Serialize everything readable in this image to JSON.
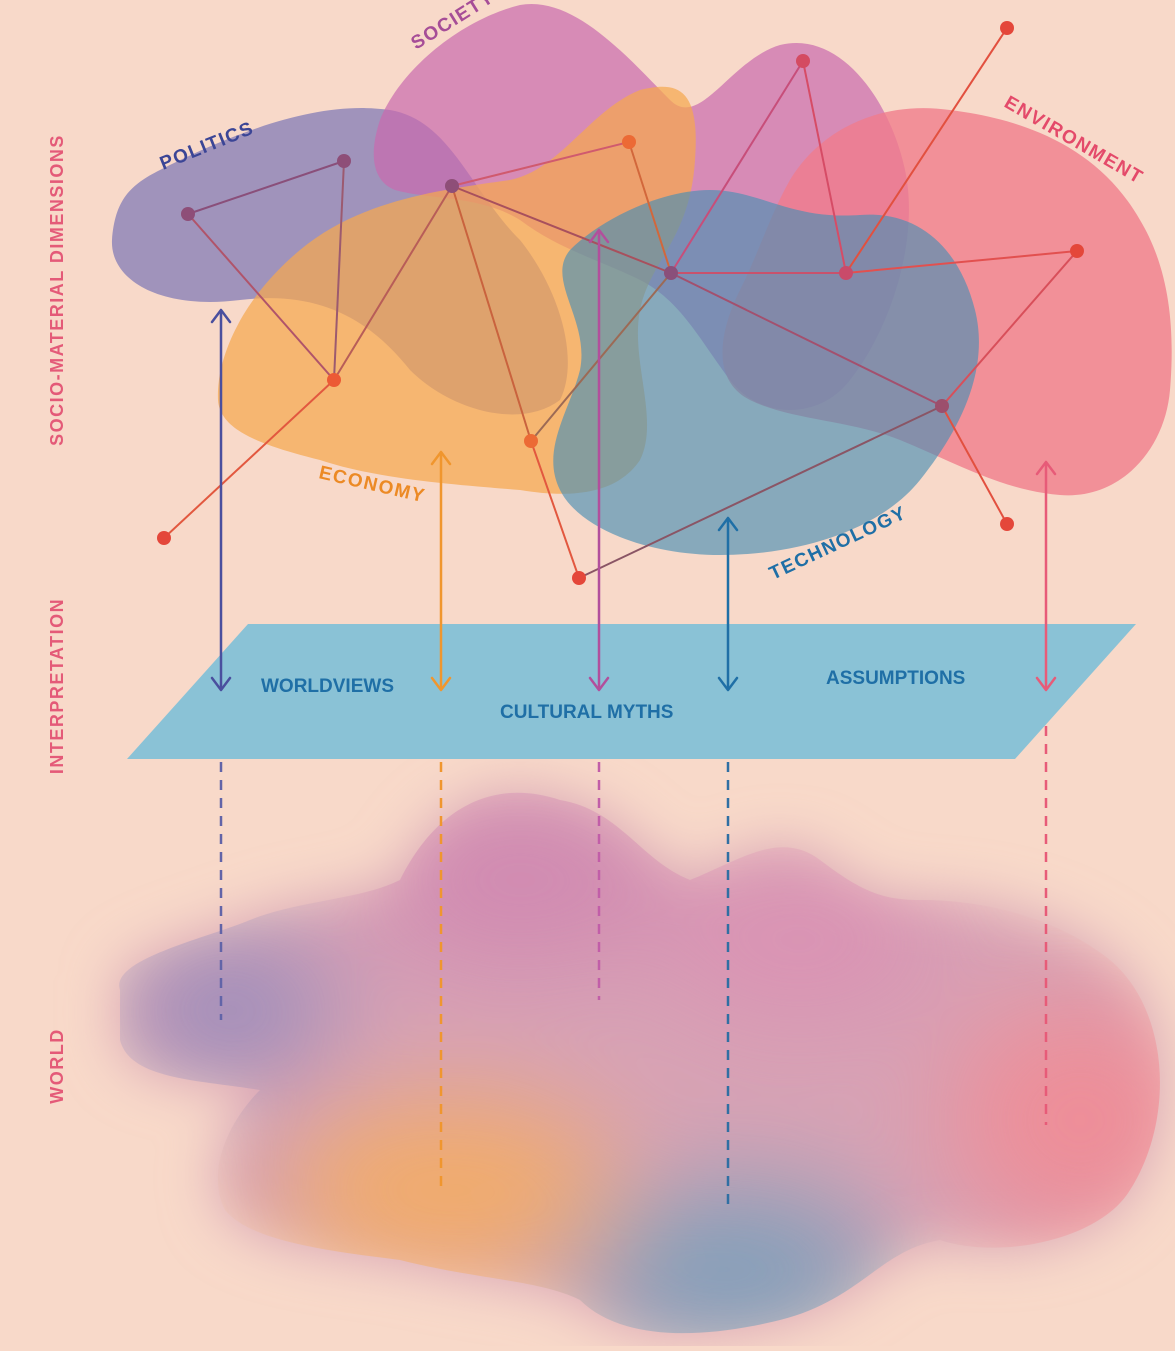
{
  "colors": {
    "background": "#f8d9c9",
    "politics": "#7b75b5",
    "society": "#c96aae",
    "economy": "#f5a84f",
    "environment": "#f07b8b",
    "technology": "#4a8fb4",
    "network_line": "#e05a4a",
    "plane": "#8ac2d6",
    "side_label": "#e45a78"
  },
  "side_labels": {
    "socio_material": "SOCIO-MATERIAL DIMENSIONS",
    "interpretation": "INTERPRETATION",
    "world": "WORLD"
  },
  "dimensions": {
    "politics": "POLITICS",
    "society": "SOCIETY",
    "economy": "ECONOMY",
    "environment": "ENVIRONMENT",
    "technology": "TECHNOLOGY"
  },
  "plane_labels": {
    "worldviews": "WORLDVIEWS",
    "cultural_myths": "CULTURAL MYTHS",
    "assumptions": "ASSUMPTIONS"
  }
}
